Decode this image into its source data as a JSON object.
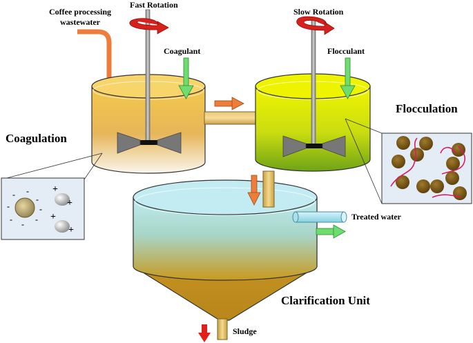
{
  "labels": {
    "coffee_line1": "Coffee processing",
    "coffee_line2": "wastewater",
    "fast_rotation": "Fast Rotation",
    "slow_rotation": "Slow Rotation",
    "coagulant": "Coagulant",
    "flocculant": "Flocculant",
    "coagulation": "Coagulation",
    "flocculation": "Flocculation",
    "treated_water": "Treated water",
    "clarification_unit": "Clarification Unit",
    "sludge": "Sludge"
  },
  "charges": {
    "negative": "-",
    "positive": "+"
  },
  "colors": {
    "coagulation_top": "#f4c84a",
    "coagulation_bottom": "#ffffff",
    "flocculation_top": "#e6f000",
    "flocculation_bottom": "#6fa317",
    "clarifier_top": "#bfeaf0",
    "clarifier_bottom": "#c89a1e",
    "cone": "#c8961e",
    "rotation_arrow": "#d9211c",
    "inflow_arrow": "#ec7d3a",
    "reagent_arrow": "#6fdc6f",
    "sludge_arrow": "#e0201a",
    "floc_particle": "#7a5a14",
    "polymer_chain": "#d81b60"
  }
}
